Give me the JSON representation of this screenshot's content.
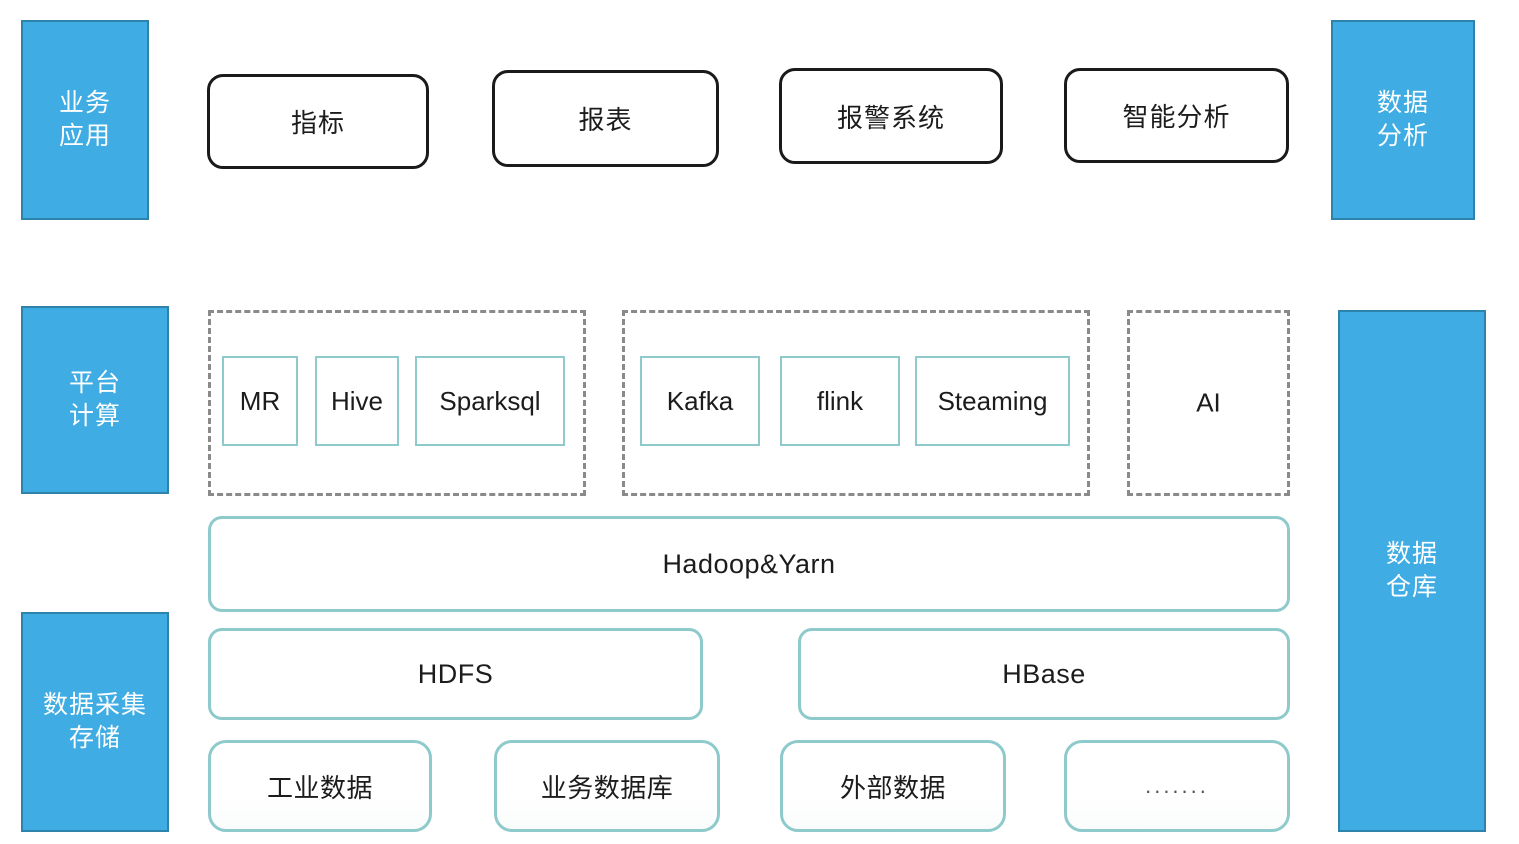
{
  "diagram": {
    "title": "Big Data Platform Architecture",
    "colors": {
      "category_fill": "#3FACE3",
      "category_border": "#2E83AD",
      "teal_border": "#8ECACB",
      "dashed_border": "#8A8A8A",
      "app_border": "#1A1A1A"
    }
  },
  "categories": {
    "business_application": "业务\n应用",
    "data_analysis": "数据\n分析",
    "platform_compute": "平台\n计算",
    "data_warehouse": "数据\n仓库",
    "data_collection_storage": "数据采集\n存储"
  },
  "applications": [
    {
      "label": "指标"
    },
    {
      "label": "报表"
    },
    {
      "label": "报警系统"
    },
    {
      "label": "智能分析"
    }
  ],
  "compute_groups": [
    {
      "name": "batch-group",
      "label": "",
      "chips": [
        {
          "label": "MR"
        },
        {
          "label": "Hive"
        },
        {
          "label": "Sparksql"
        }
      ]
    },
    {
      "name": "streaming-group",
      "label": "",
      "chips": [
        {
          "label": "Kafka"
        },
        {
          "label": "flink"
        },
        {
          "label": "Steaming"
        }
      ]
    },
    {
      "name": "ai-group",
      "label": "AI",
      "chips": []
    }
  ],
  "resource_layer": {
    "label": "Hadoop&Yarn"
  },
  "storage_layer": [
    {
      "label": "HDFS"
    },
    {
      "label": "HBase"
    }
  ],
  "data_sources": [
    {
      "label": "工业数据"
    },
    {
      "label": "业务数据库"
    },
    {
      "label": "外部数据"
    },
    {
      "label": "......."
    }
  ]
}
